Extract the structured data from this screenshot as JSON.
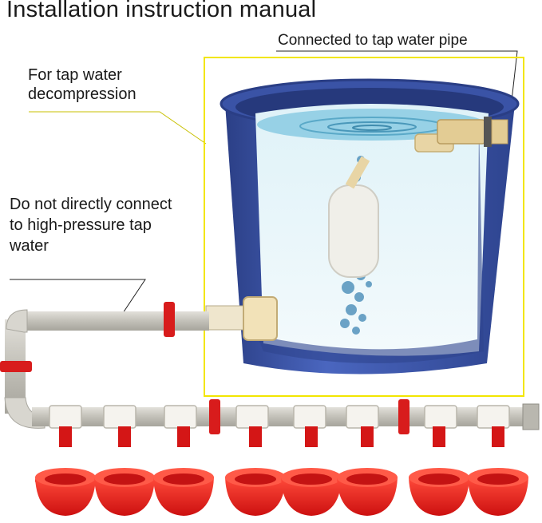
{
  "header": {
    "title": "Installation instruction manual"
  },
  "labels": {
    "tap_pipe": "Connected to tap water pipe",
    "decompression": "For tap water decompression",
    "no_direct": "Do not directly connect to high-pressure tap water"
  },
  "colors": {
    "bucket": "#3c55a8",
    "bucket_dark": "#2b3f86",
    "water": "#bfe3f1",
    "pipe": "#c9c7bf",
    "cup_red": "#e82020",
    "valve_red": "#d81c1c",
    "frame_yellow": "#f2e600",
    "float_body": "#f0efe9",
    "valve_tan": "#e8d5a5"
  },
  "cups": {
    "count": 8
  }
}
